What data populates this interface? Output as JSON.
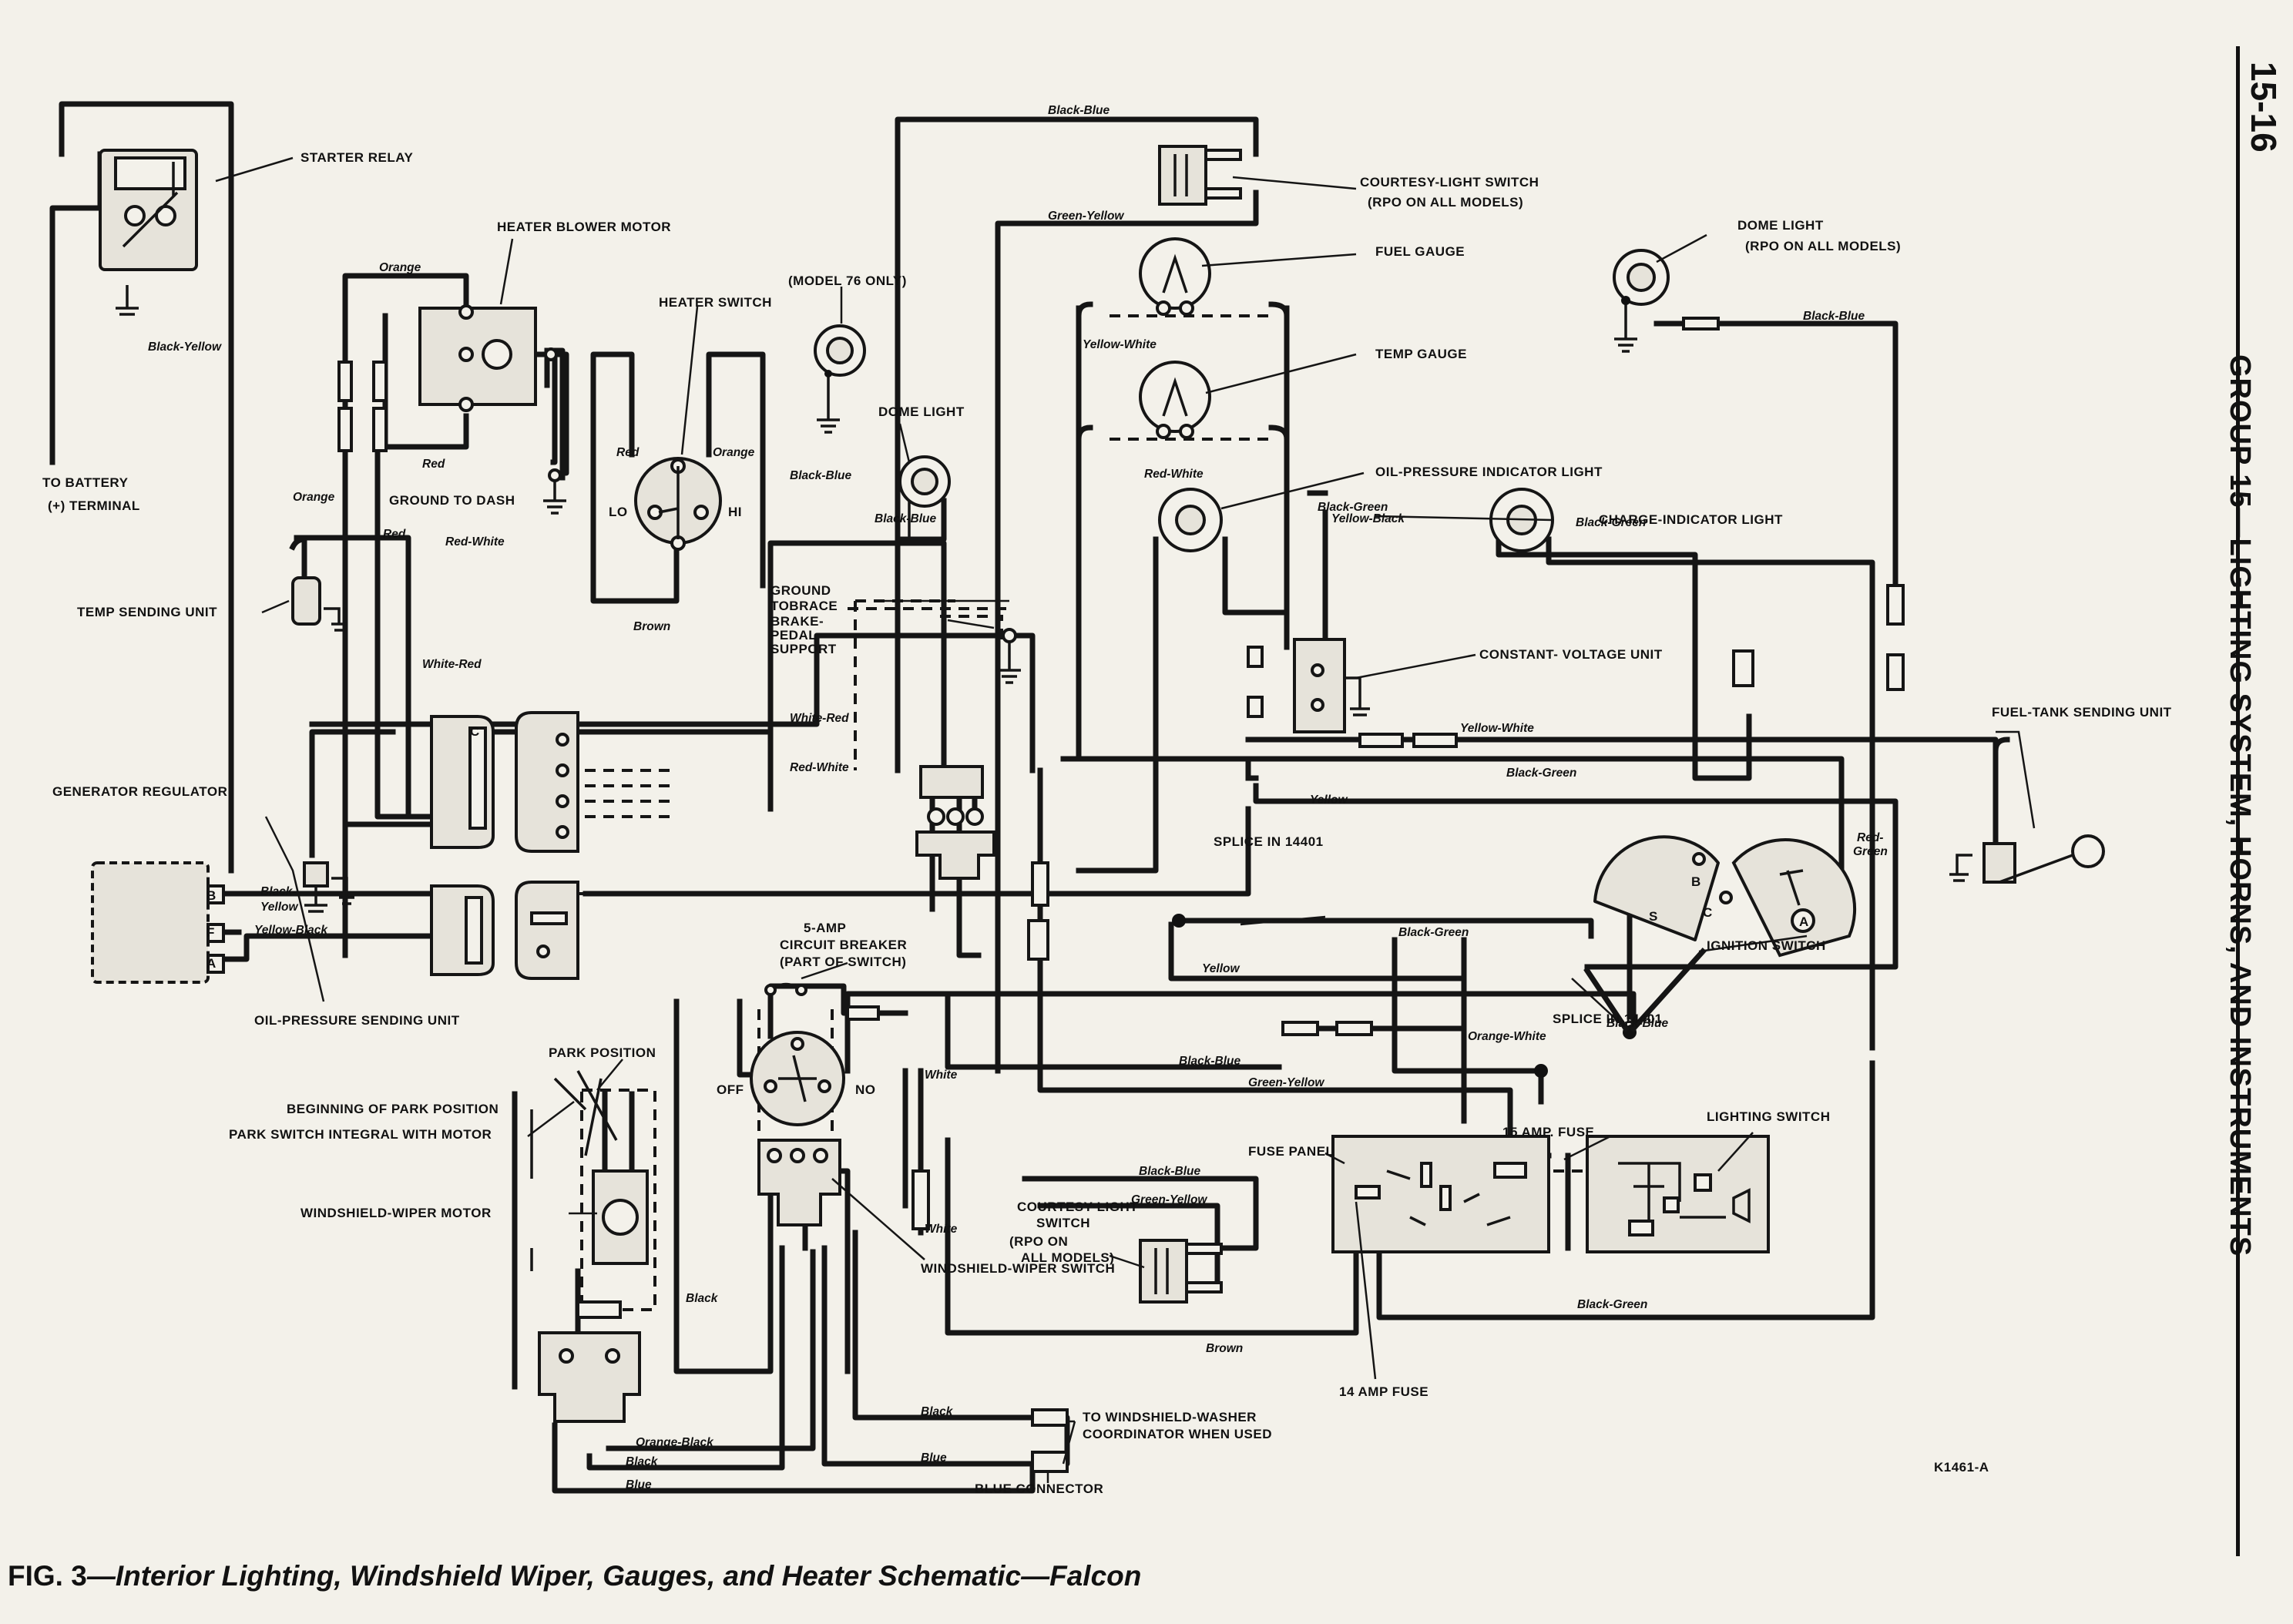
{
  "page_number": "15-16",
  "group_title": "GROUP 15—LIGHTING SYSTEM, HORNS, AND INSTRUMENTS",
  "figure_caption": {
    "number": "FIG. 3",
    "text": "—Interior Lighting, Windshield Wiper, Gauges, and Heater Schematic—Falcon"
  },
  "diagram_id": "K1461-A",
  "components": {
    "starter_relay": "STARTER RELAY",
    "battery_line1": "TO BATTERY",
    "battery_line2": "(+) TERMINAL",
    "heater_blower_motor": "HEATER BLOWER MOTOR",
    "ground_to_dash": "GROUND TO DASH",
    "heater_switch": "HEATER SWITCH",
    "lo": "LO",
    "hi": "HI",
    "model76": "(MODEL 76 ONLY)",
    "dome_light_76": "DOME LIGHT",
    "courtesy_switch_top_line1": "COURTESY-LIGHT SWITCH",
    "courtesy_switch_top_line2": "(RPO ON ALL MODELS)",
    "fuel_gauge": "FUEL GAUGE",
    "temp_gauge": "TEMP GAUGE",
    "oil_light": "OIL-PRESSURE INDICATOR LIGHT",
    "charge_light": "CHARGE-INDICATOR LIGHT",
    "dome_light_line1": "DOME LIGHT",
    "dome_light_line2": "(RPO ON ALL MODELS)",
    "ground_tobrace_1": "GROUND",
    "ground_tobrace_2": "TOBRACE",
    "ground_tobrace_3": "BRAKE-",
    "ground_tobrace_4": "PEDAL",
    "ground_tobrace_5": "SUPPORT",
    "constant_voltage": "CONSTANT- VOLTAGE UNIT",
    "temp_sending": "TEMP SENDING UNIT",
    "fuel_tank_sending": "FUEL-TANK SENDING UNIT",
    "generator_regulator": "GENERATOR REGULATOR",
    "term_b": "B",
    "term_f": "F",
    "term_a": "A",
    "splice_top": "SPLICE IN 14401",
    "splice_bottom": "SPLICE IN 14401",
    "ignition_switch": "IGNITION SWITCH",
    "ign_b": "B",
    "ign_s": "S",
    "ign_c": "C",
    "ign_a": "A",
    "cb_line1": "5-AMP",
    "cb_line2": "CIRCUIT BREAKER",
    "cb_line3": "(PART OF SWITCH)",
    "off": "OFF",
    "no": "NO",
    "oil_sending": "OIL-PRESSURE SENDING UNIT",
    "park_position": "PARK POSITION",
    "beginning_park": "BEGINNING OF PARK POSITION",
    "park_switch": "PARK SWITCH INTEGRAL WITH MOTOR",
    "wiper_motor": "WINDSHIELD-WIPER MOTOR",
    "wiper_switch": "WINDSHIELD-WIPER SWITCH",
    "courtesy_bottom_1": "COURTESY-LIGHT",
    "courtesy_bottom_2": "SWITCH",
    "courtesy_bottom_3": "(RPO ON",
    "courtesy_bottom_4": "ALL MODELS)",
    "fuse_panel": "FUSE PANEL",
    "fuse15": "15 AMP. FUSE",
    "fuse14": "14 AMP FUSE",
    "lighting_switch": "LIGHTING SWITCH",
    "washer_line1": "TO WINDSHIELD-WASHER",
    "washer_line2": "COORDINATOR WHEN USED",
    "blue_connector": "BLUE CONNECTOR",
    "c_mark": "C"
  },
  "wire_labels": {
    "black_blue_top": "Black-Blue",
    "green_yellow_top": "Green-Yellow",
    "black_yellow": "Black-Yellow",
    "orange_top": "Orange",
    "red_blower": "Red",
    "orange_left": "Orange",
    "red_left": "Red",
    "red_white_left": "Red-White",
    "red_hs": "Red",
    "orange_hs": "Orange",
    "brown_hs": "Brown",
    "black_blue_mid": "Black-Blue",
    "black_blue_dome": "Black-Blue",
    "yellow_white_gauge": "Yellow-White",
    "red_white_gauge": "Red-White",
    "black_green_oil": "Black-Green",
    "yellow_black_top": "Yellow-Black",
    "black_green_charge": "Black-Green",
    "black_blue_dome_right": "Black-Blue",
    "white_red_top": "White-Red",
    "white_red_mid": "White-Red",
    "red_white_mid": "Red-White",
    "yellow_white_right": "Yellow-White",
    "black_green_right": "Black-Green",
    "yellow_mid": "Yellow",
    "red_green_1": "Red-",
    "red_green_2": "Green",
    "black_green_ign": "Black-Green",
    "yellow_low": "Yellow",
    "orange_white": "Orange-White",
    "black_blue_low": "Black-Blue",
    "black_blue_low2": "Black-Blue",
    "green_yellow_low": "Green-Yellow",
    "black_yellow_gen_1": "Black-",
    "black_yellow_gen_2": "Yellow",
    "yellow_black_gen": "Yellow-Black",
    "white_1": "White",
    "white_2": "White",
    "black_blue_bottom": "Black-Blue",
    "green_yellow_bottom": "Green-Yellow",
    "black_wiper": "Black",
    "brown_bottom": "Brown",
    "black_green_bottom": "Black-Green",
    "orange_black": "Orange-Black",
    "black_washer": "Black",
    "blue_washer": "Blue",
    "black_bottom": "Black",
    "blue_bottom": "Blue"
  }
}
